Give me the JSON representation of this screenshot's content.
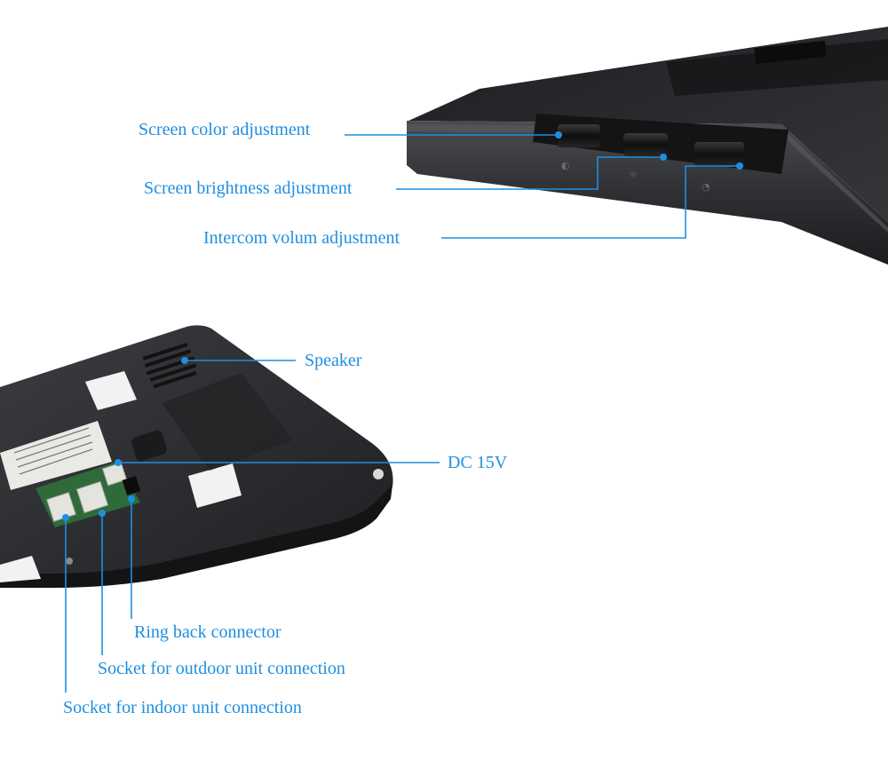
{
  "callouts": {
    "screen_color": "Screen color adjustment",
    "screen_brightness": "Screen brightness adjustment",
    "intercom_volume": "Intercom volum adjustment",
    "speaker": "Speaker",
    "dc": "DC 15V",
    "ring_back": "Ring back connector",
    "outdoor_socket": "Socket for outdoor unit connection",
    "indoor_socket": "Socket for indoor unit connection"
  },
  "colors": {
    "callout_text": "#1e8fe0",
    "leader_line": "#1e8fe0",
    "device_body": "#2a2b2d",
    "background": "#ffffff"
  }
}
